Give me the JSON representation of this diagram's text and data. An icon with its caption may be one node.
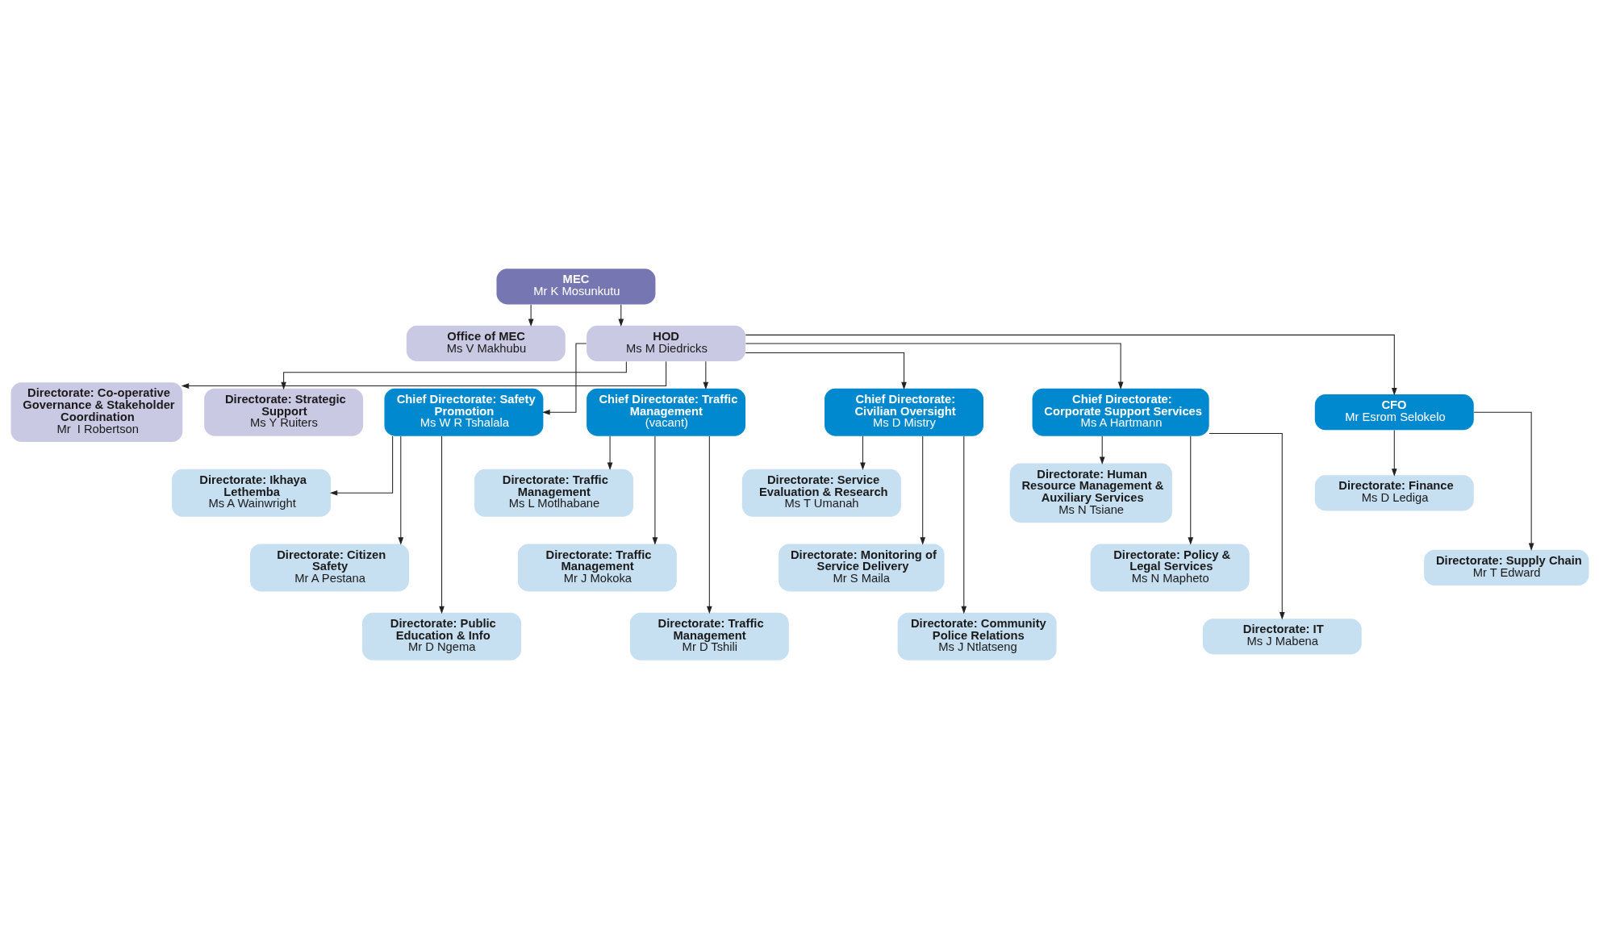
{
  "diagram": {
    "nodes": [
      {
        "text": [
          "MEC",
          "Mr K Mosunkutu"
        ]
      },
      {
        "text": [
          "Office of MEC",
          "Ms V Makhubu"
        ]
      },
      {
        "text": [
          "HOD",
          "Ms M Diedricks"
        ]
      },
      {
        "text": [
          "Directorate: Co-operative Governance & Stakeholder Coordination",
          "Mr  I Robertson"
        ]
      },
      {
        "text": [
          "Directorate: Strategic Support",
          "Ms Y Ruiters"
        ]
      },
      {
        "text": [
          "Chief Directorate: Safety Promotion",
          "Ms W R Tshalala"
        ]
      },
      {
        "text": [
          "Chief Directorate: Traffic Management",
          "(vacant)"
        ]
      },
      {
        "text": [
          "Chief Directorate: Civilian Oversight",
          "Ms D Mistry"
        ]
      },
      {
        "text": [
          "Chief Directorate: Corporate Support Services",
          "Ms A Hartmann"
        ]
      },
      {
        "text": [
          "CFO",
          "Mr Esrom Selokelo"
        ]
      },
      {
        "text": [
          "Directorate: Ikhaya Lethemba",
          "Ms A Wainwright"
        ]
      },
      {
        "text": [
          "Directorate: Citizen Safety",
          "Mr A Pestana"
        ]
      },
      {
        "text": [
          "Directorate: Public Education & Info",
          "Mr D Ngema"
        ]
      },
      {
        "text": [
          "Directorate: Traffic Management",
          "Ms L Motlhabane"
        ]
      },
      {
        "text": [
          "Directorate: Traffic Management",
          "Mr J Mokoka"
        ]
      },
      {
        "text": [
          "Directorate: Traffic Management",
          "Mr D Tshili"
        ]
      },
      {
        "text": [
          "Directorate: Service Evaluation & Research",
          "Ms T Umanah"
        ]
      },
      {
        "text": [
          "Directorate: Monitoring of Service Delivery",
          "Mr S Maila"
        ]
      },
      {
        "text": [
          "Directorate: Community Police Relations",
          "Ms J Ntlatseng"
        ]
      },
      {
        "text": [
          "Directorate: Human Resource Management & Auxiliary Services",
          "Ms N Tsiane"
        ]
      },
      {
        "text": [
          "Directorate: Policy & Legal Services",
          "Ms N Mapheto"
        ]
      },
      {
        "text": [
          "Directorate: IT",
          "Ms J Mabena"
        ]
      },
      {
        "text": [
          "Directorate: Finance",
          "Ms D Lediga"
        ]
      },
      {
        "text": [
          "Directorate: Supply Chain",
          "Mr T Edward"
        ]
      }
    ],
    "edges": [
      {
        "from": 0,
        "to": 1,
        "arrow": "to"
      },
      {
        "from": 0,
        "to": 2,
        "arrow": "to"
      },
      {
        "from": 2,
        "to": 3,
        "arrow": "to"
      },
      {
        "from": 2,
        "to": 4,
        "arrow": "to"
      },
      {
        "from": 2,
        "to": 5,
        "arrow": "to"
      },
      {
        "from": 2,
        "to": 6,
        "arrow": "to"
      },
      {
        "from": 2,
        "to": 7,
        "arrow": "to"
      },
      {
        "from": 2,
        "to": 8,
        "arrow": "to"
      },
      {
        "from": 2,
        "to": 9,
        "arrow": "to"
      },
      {
        "from": 5,
        "to": 10,
        "arrow": "to"
      },
      {
        "from": 5,
        "to": 11,
        "arrow": "to"
      },
      {
        "from": 5,
        "to": 12,
        "arrow": "to"
      },
      {
        "from": 6,
        "to": 13,
        "arrow": "to"
      },
      {
        "from": 6,
        "to": 14,
        "arrow": "to"
      },
      {
        "from": 6,
        "to": 15,
        "arrow": "to"
      },
      {
        "from": 7,
        "to": 16,
        "arrow": "to"
      },
      {
        "from": 7,
        "to": 17,
        "arrow": "to"
      },
      {
        "from": 7,
        "to": 18,
        "arrow": "to"
      },
      {
        "from": 8,
        "to": 19,
        "arrow": "to"
      },
      {
        "from": 8,
        "to": 20,
        "arrow": "to"
      },
      {
        "from": 8,
        "to": 21,
        "arrow": "to"
      },
      {
        "from": 9,
        "to": 22,
        "arrow": "to"
      },
      {
        "from": 9,
        "to": 23,
        "arrow": "to"
      }
    ]
  }
}
